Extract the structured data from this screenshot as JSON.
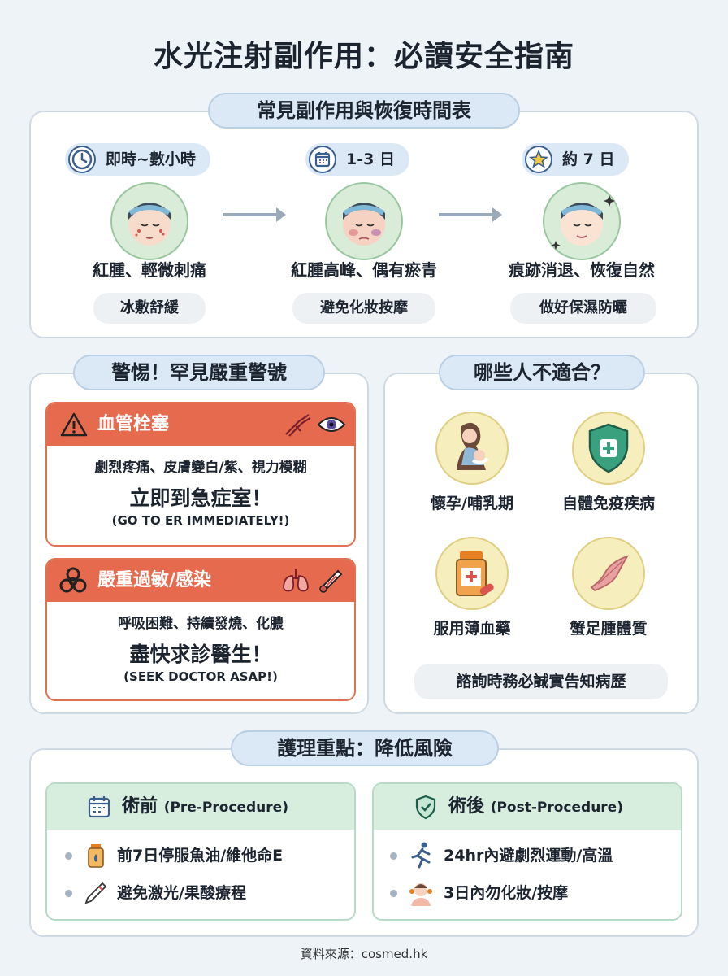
{
  "title": "水光注射副作用：必讀安全指南",
  "timeline": {
    "heading": "常見副作用與恢復時間表",
    "steps": [
      {
        "badge": "即時~數小時",
        "icon": "clock-icon",
        "label": "紅腫、輕微刺痛",
        "tip": "冰敷舒緩"
      },
      {
        "badge": "1-3 日",
        "icon": "calendar-icon",
        "label": "紅腫高峰、偶有瘀青",
        "tip": "避免化妝按摩"
      },
      {
        "badge": "約 7 日",
        "icon": "star-icon",
        "label": "痕跡消退、恢復自然",
        "tip": "做好保濕防曬"
      }
    ]
  },
  "warnings": {
    "heading": "警惕！罕見嚴重警號",
    "cards": [
      {
        "title": "血管栓塞",
        "symptoms": "劇烈疼痛、皮膚變白/紫、視力模糊",
        "action": "立即到急症室！",
        "action_en": "(GO TO ER IMMEDIATELY!)",
        "icons": [
          "warning-icon",
          "blood-vessel-icon",
          "eye-icon"
        ]
      },
      {
        "title": "嚴重過敏/感染",
        "symptoms": "呼吸困難、持續發燒、化膿",
        "action": "盡快求診醫生！",
        "action_en": "(SEEK DOCTOR ASAP!)",
        "icons": [
          "biohazard-icon",
          "lungs-icon",
          "thermometer-icon"
        ]
      }
    ]
  },
  "unsuitable": {
    "heading": "哪些人不適合？",
    "groups": [
      {
        "label": "懷孕/哺乳期",
        "icon": "mother-baby-icon"
      },
      {
        "label": "自體免疫疾病",
        "icon": "shield-cross-icon"
      },
      {
        "label": "服用薄血藥",
        "icon": "medicine-bottle-icon"
      },
      {
        "label": "蟹足腫體質",
        "icon": "keloid-scar-icon"
      }
    ],
    "note": "諮詢時務必誠實告知病歷"
  },
  "care": {
    "heading": "護理重點：降低風險",
    "pre": {
      "title": "術前",
      "title_en": "(Pre-Procedure)",
      "items": [
        "前7日停服魚油/維他命E",
        "避免激光/果酸療程"
      ]
    },
    "post": {
      "title": "術後",
      "title_en": "(Post-Procedure)",
      "items": [
        "24hr內避劇烈運動/高溫",
        "3日內勿化妝/按摩"
      ]
    }
  },
  "footer": "資料來源：cosmed.hk",
  "colors": {
    "accent_blue": "#dbe8f5",
    "danger": "#e66b4e",
    "care_green": "#d7eedf",
    "warm_circle": "#f7eebd"
  }
}
